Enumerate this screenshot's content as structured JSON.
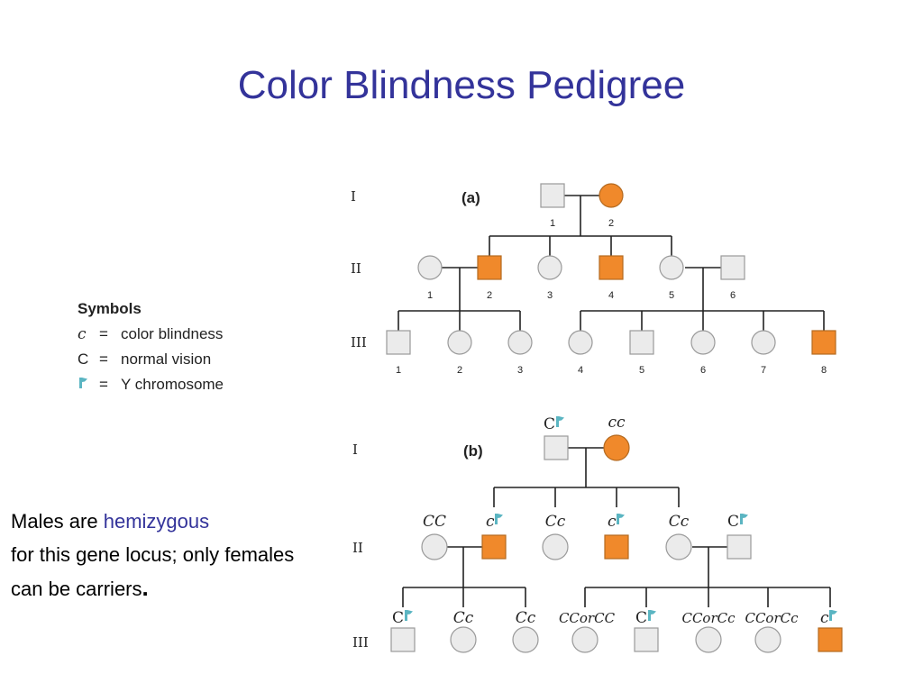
{
  "slide": {
    "title": "Color Blindness Pedigree",
    "note_part1": "Males are ",
    "note_highlight": "hemizygous",
    "note_part2": "for this gene locus; only females can be carriers",
    "note_end": "."
  },
  "colors": {
    "title": "#33339a",
    "affected": "#f0892b",
    "unaffected": "#ebebeb",
    "y_chromosome": "#5bb5c2"
  },
  "symbols": {
    "heading": "Symbols",
    "rows": [
      {
        "key": "c",
        "eq": "=",
        "desc": "color blindness"
      },
      {
        "key": "C",
        "eq": "=",
        "desc": "normal vision"
      },
      {
        "key": "y-chromosome-icon",
        "eq": "=",
        "desc": "Y chromosome"
      }
    ]
  },
  "pedigree_a": {
    "label": "(a)",
    "generations": [
      "I",
      "II",
      "III"
    ],
    "gen1": [
      {
        "num": "1",
        "sex": "male",
        "affected": false
      },
      {
        "num": "2",
        "sex": "female",
        "affected": true
      }
    ],
    "gen2": [
      {
        "num": "1",
        "sex": "female",
        "affected": false
      },
      {
        "num": "2",
        "sex": "male",
        "affected": true
      },
      {
        "num": "3",
        "sex": "female",
        "affected": false
      },
      {
        "num": "4",
        "sex": "male",
        "affected": true
      },
      {
        "num": "5",
        "sex": "female",
        "affected": false
      },
      {
        "num": "6",
        "sex": "male",
        "affected": false
      }
    ],
    "gen3": [
      {
        "num": "1",
        "sex": "male",
        "affected": false
      },
      {
        "num": "2",
        "sex": "female",
        "affected": false
      },
      {
        "num": "3",
        "sex": "female",
        "affected": false
      },
      {
        "num": "4",
        "sex": "female",
        "affected": false
      },
      {
        "num": "5",
        "sex": "male",
        "affected": false
      },
      {
        "num": "6",
        "sex": "female",
        "affected": false
      },
      {
        "num": "7",
        "sex": "female",
        "affected": false
      },
      {
        "num": "8",
        "sex": "male",
        "affected": true
      }
    ]
  },
  "pedigree_b": {
    "label": "(b)",
    "generations": [
      "I",
      "II",
      "III"
    ],
    "gen1": [
      {
        "genotype": "C"
      },
      {
        "genotype": "cc"
      }
    ],
    "gen2": [
      {
        "genotype": "CC"
      },
      {
        "genotype": "c"
      },
      {
        "genotype": "Cc"
      },
      {
        "genotype": "c"
      },
      {
        "genotype": "Cc"
      },
      {
        "genotype": "C"
      }
    ],
    "gen3": [
      {
        "genotype": "C"
      },
      {
        "genotype": "Cc"
      },
      {
        "genotype": "Cc"
      },
      {
        "genotype": "CCorCC"
      },
      {
        "genotype": "C"
      },
      {
        "genotype": "CCorCc"
      },
      {
        "genotype": "CCorCc"
      },
      {
        "genotype": "c"
      }
    ]
  }
}
